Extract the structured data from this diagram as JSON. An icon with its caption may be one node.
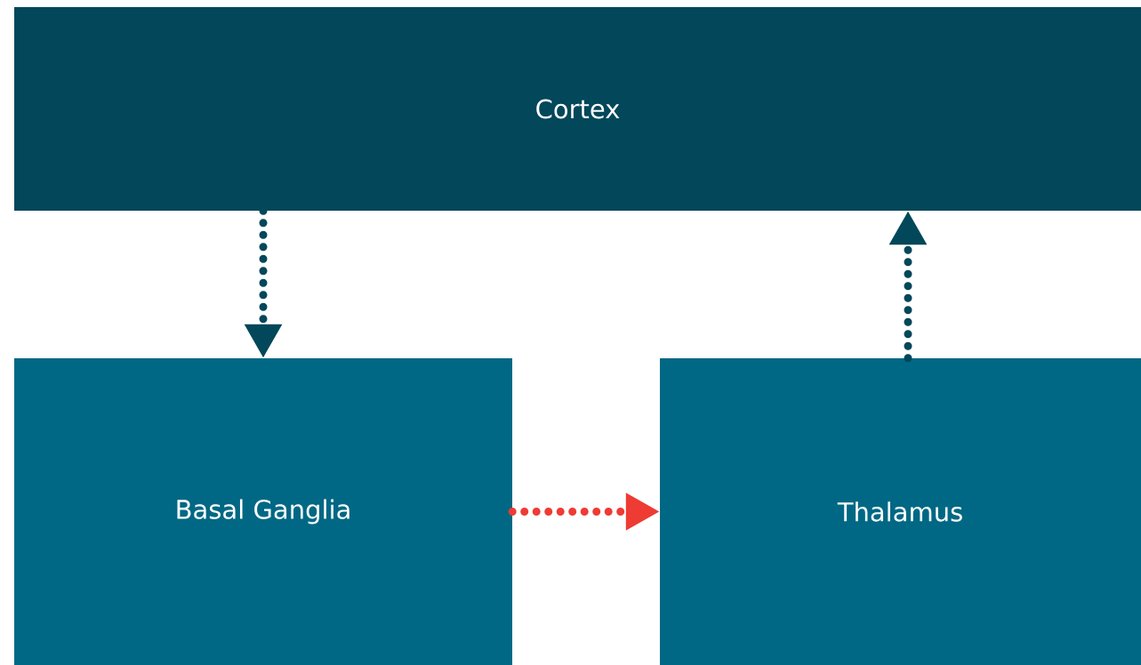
{
  "diagram": {
    "nodes": [
      {
        "text": [
          "Cortex"
        ]
      },
      {
        "text": [
          "Basal Ganglia"
        ]
      },
      {
        "text": [
          "Thalamus"
        ]
      }
    ],
    "edges": [
      {
        "from": 0,
        "to": 1,
        "arrow": "to"
      },
      {
        "from": 2,
        "to": 0,
        "arrow": "to"
      },
      {
        "from": 1,
        "to": 2,
        "arrow": "to",
        "color": "#ee3b33"
      }
    ]
  }
}
